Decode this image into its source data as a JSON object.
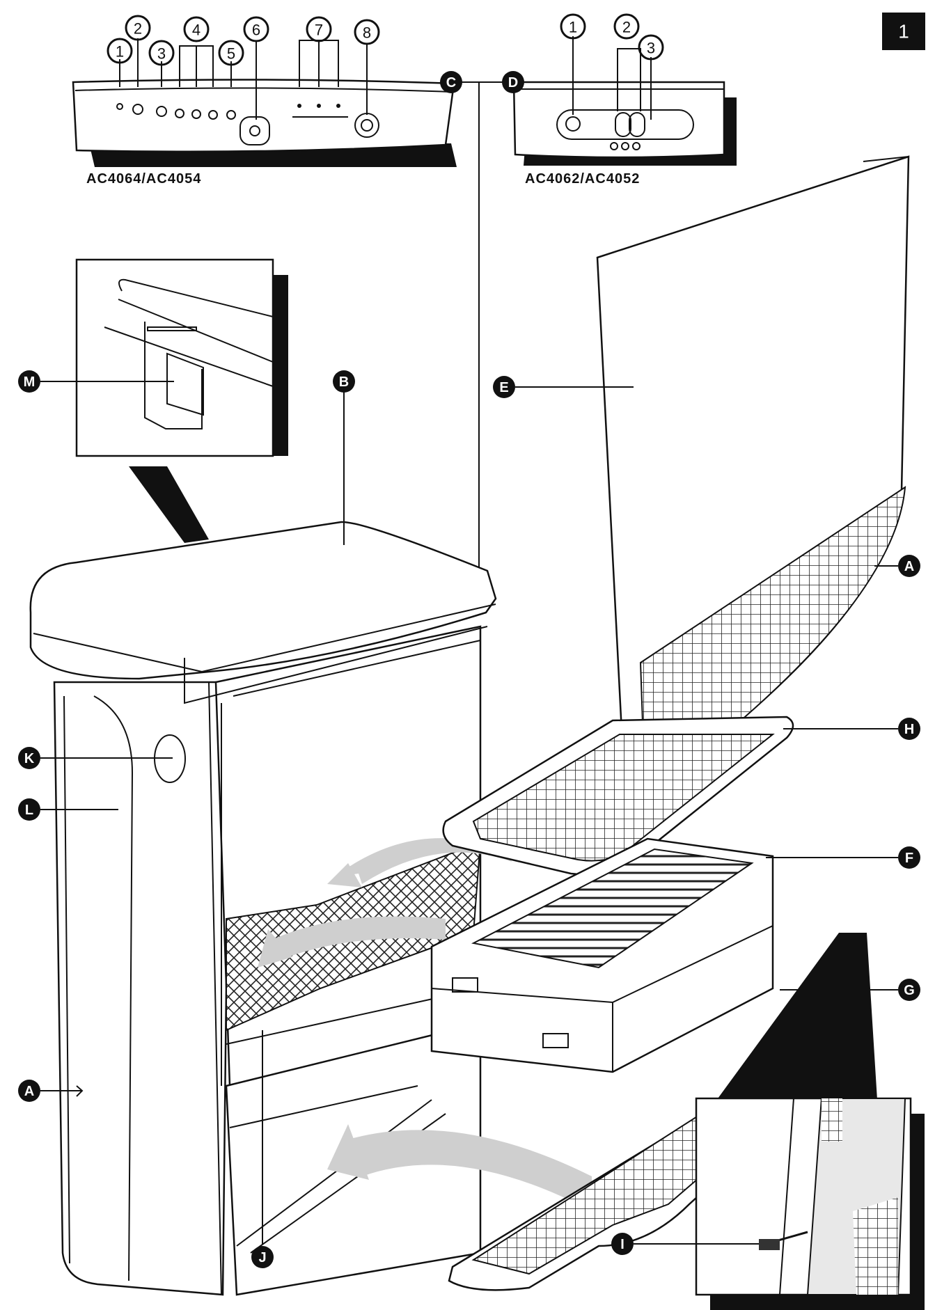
{
  "page_number": "1",
  "panels": {
    "left_model": "AC4064/AC4054",
    "right_model": "AC4062/AC4052"
  },
  "left_panel_callouts": [
    "1",
    "2",
    "3",
    "4",
    "5",
    "6",
    "7",
    "8"
  ],
  "right_panel_callouts": [
    "1",
    "2",
    "3"
  ],
  "part_labels": {
    "A_back": "A",
    "A_front": "A",
    "B": "B",
    "C": "C",
    "D": "D",
    "E": "E",
    "F": "F",
    "G": "G",
    "H": "H",
    "I": "I",
    "J": "J",
    "K": "K",
    "L": "L",
    "M": "M"
  }
}
